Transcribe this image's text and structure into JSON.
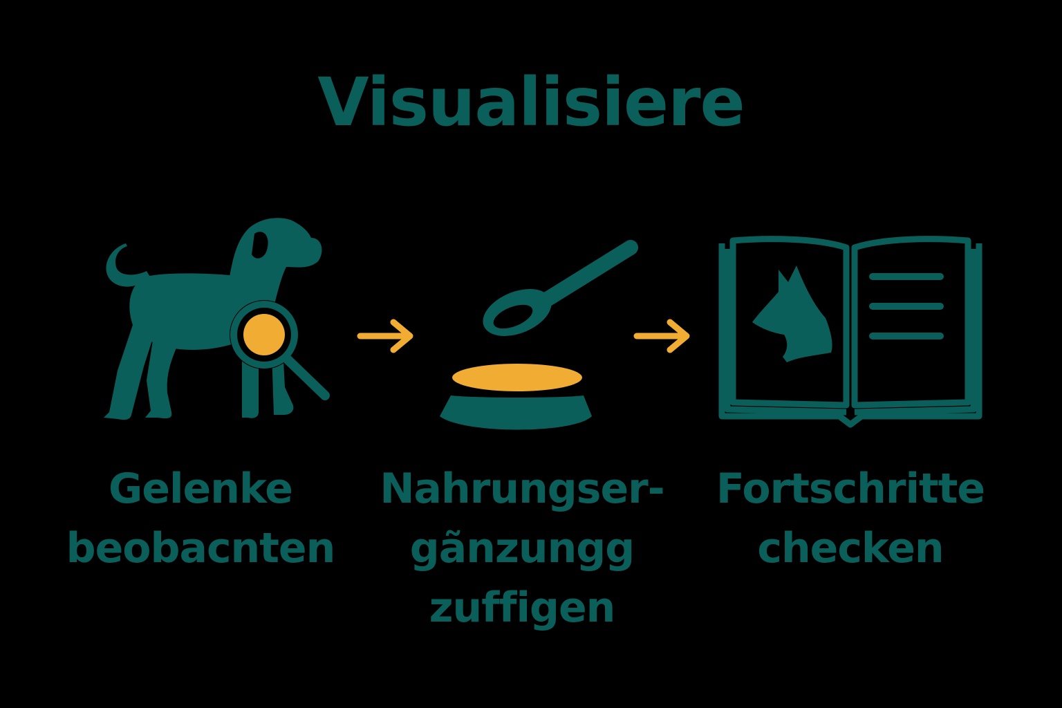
{
  "colors": {
    "background": "#000000",
    "teal": "#0b5f5a",
    "amber": "#f0ac33"
  },
  "title": "Visualisiere",
  "steps": [
    {
      "icon": "dog-with-magnifier-icon",
      "label_lines": [
        "Gelenke",
        "beobacnten"
      ]
    },
    {
      "icon": "spoon-and-bowl-icon",
      "label_lines": [
        "Nahrungser-",
        "gãnzungg",
        "zuffigen"
      ]
    },
    {
      "icon": "open-book-dog-icon",
      "label_lines": [
        "Fortschritte",
        "checken"
      ]
    }
  ],
  "arrows": [
    "arrow-right-icon",
    "arrow-right-icon"
  ]
}
